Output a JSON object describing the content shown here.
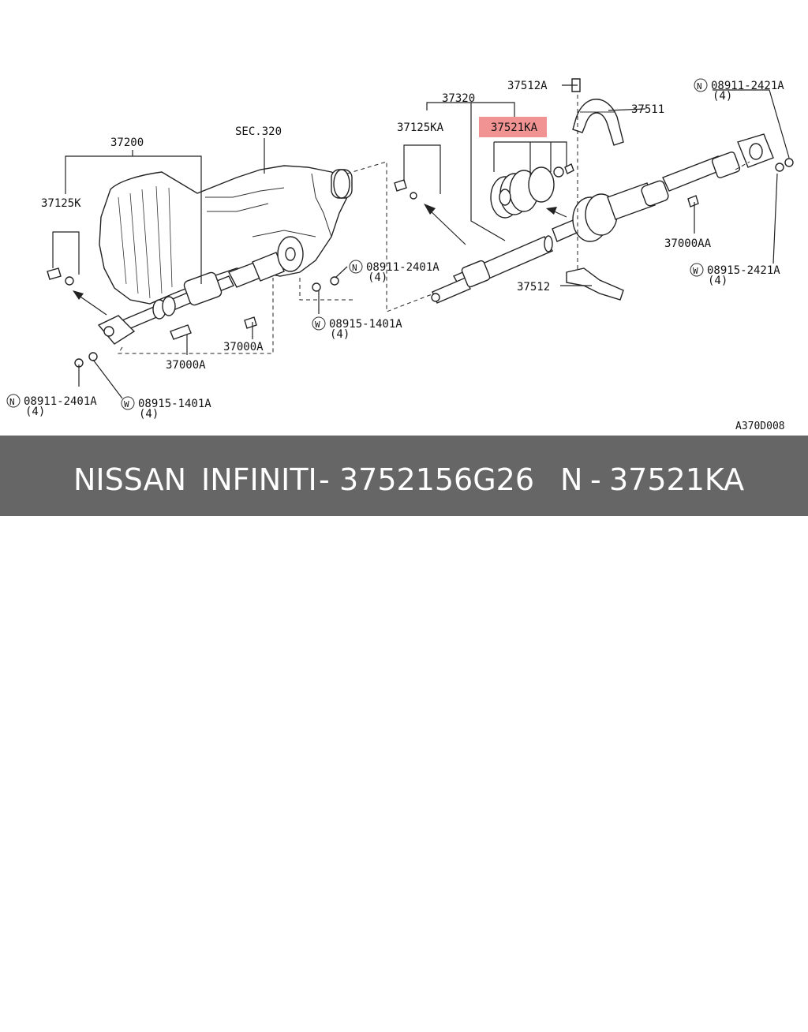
{
  "diagram_code": "A370D008",
  "callouts": {
    "p37200": "37200",
    "p37125k": "37125K",
    "sec320": "SEC.320",
    "p37320": "37320",
    "p37125ka": "37125KA",
    "p37521ka": "37521KA",
    "p37512a": "37512A",
    "p37511": "37511",
    "p37512": "37512",
    "p37000a_left": "37000A",
    "p37000a_mid": "37000A",
    "p37000aa": "37000AA",
    "n08911_2401a_mid": "08911-2401A",
    "n08911_2401a_mid_qty": "(4)",
    "w08915_1401a_mid": "08915-1401A",
    "w08915_1401a_mid_qty": "(4)",
    "n08911_2401a_left": "08911-2401A",
    "n08911_2401a_left_qty": "(4)",
    "w08915_1401a_left": "08915-1401A",
    "w08915_1401a_left_qty": "(4)",
    "n08911_2421a": "08911-2421A",
    "n08911_2421a_qty": "(4)",
    "w08915_2421a": "08915-2421A",
    "w08915_2421a_qty": "(4)"
  },
  "badges": {
    "n": "N",
    "w": "W"
  },
  "highlight": {
    "part": "37521KA",
    "color": "#f08080"
  },
  "footer": {
    "brand": "NISSAN",
    "brand2": "INFINITI",
    "sep1": "-",
    "part_number": "3752156G26",
    "prefix": "N",
    "sep2": "-",
    "ref_number": "37521KA",
    "bg_color": "#666666"
  }
}
